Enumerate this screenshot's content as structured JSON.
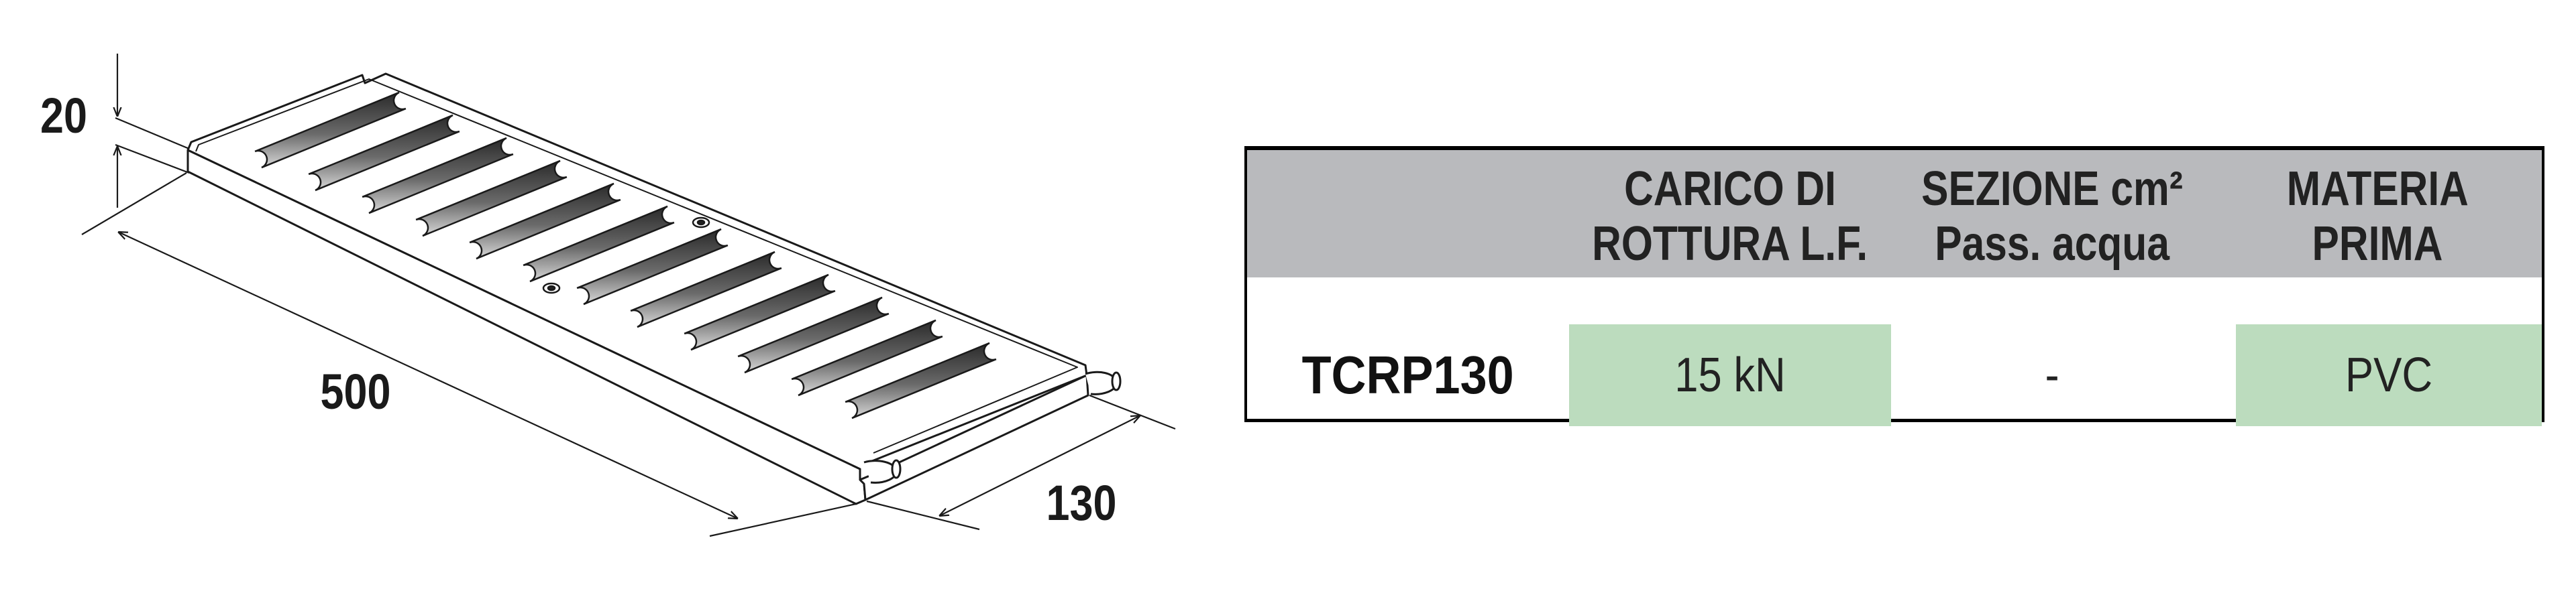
{
  "drawing": {
    "dimensions": {
      "height": "20",
      "length": "500",
      "width": "130"
    }
  },
  "spec_table": {
    "columns": [
      {
        "line1": "CARICO DI",
        "line2": "ROTTURA L.F."
      },
      {
        "line1": "SEZIONE cm²",
        "line2": "Pass. acqua"
      },
      {
        "line1": "MATERIA",
        "line2": "PRIMA"
      }
    ],
    "rows": [
      {
        "code": "TCRP130",
        "load": "15 kN",
        "section": "-",
        "material": "PVC"
      }
    ],
    "colors": {
      "header_background": "#b9babd",
      "highlight_cell": "#bcdcbe"
    }
  }
}
